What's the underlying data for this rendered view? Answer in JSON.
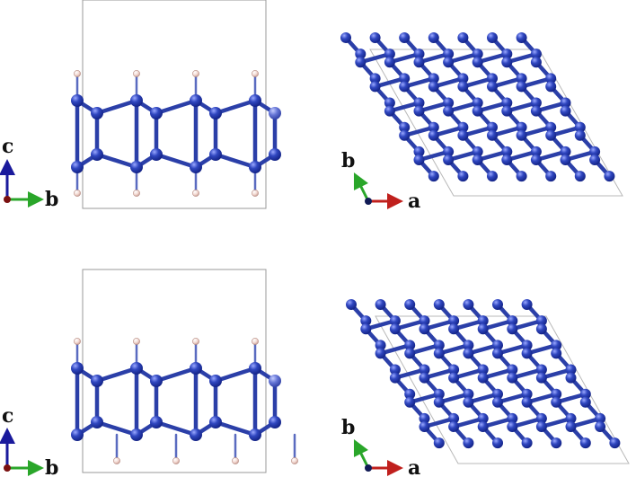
{
  "panels": [
    {
      "id": "top-left",
      "view": "side",
      "axes": {
        "vertical": "c",
        "horizontal": "b"
      }
    },
    {
      "id": "top-right",
      "view": "top",
      "axes": {
        "vertical": "b",
        "horizontal": "a"
      }
    },
    {
      "id": "bottom-left",
      "view": "side",
      "axes": {
        "vertical": "c",
        "horizontal": "b"
      }
    },
    {
      "id": "bottom-right",
      "view": "top",
      "axes": {
        "vertical": "b",
        "horizontal": "a"
      }
    }
  ],
  "colors": {
    "atom": "#2f44b5",
    "atom_highlight": "#8fa0ff",
    "hydrogen": "#f1d6cf",
    "axis_c": "#1a1a9c",
    "axis_b": "#2aa62a",
    "axis_a": "#c0201d",
    "origin": "#7a1010",
    "cell_line": "#9a9a9a"
  }
}
